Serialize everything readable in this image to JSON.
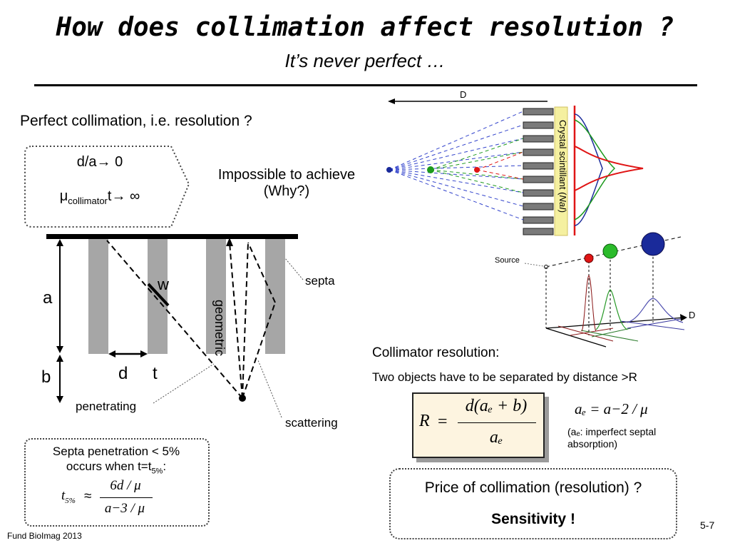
{
  "slide": {
    "title": "How does collimation affect resolution ?",
    "subtitle": "It’s never perfect …",
    "footer": "Fund BioImag 2013",
    "page_number": "5-7"
  },
  "perfect": {
    "heading": "Perfect collimation, i.e. resolution ?",
    "cond1": "d/a→ 0",
    "cond2_mu": "μ",
    "cond2_sub": "collimator",
    "cond2_tail": "t→ ∞",
    "impossible_line1": "Impossible to achieve",
    "impossible_line2": "(Why?)"
  },
  "collimator_diagram": {
    "label_a": "a",
    "label_b": "b",
    "label_d": "d",
    "label_t": "t",
    "label_w": "w",
    "label_geometric": "geometric",
    "label_septa": "septa",
    "label_penetrating": "penetrating",
    "label_scattering": "scattering"
  },
  "penetration": {
    "line1": "Septa penetration < 5%",
    "line2_pre": "occurs when t=t",
    "line2_sub": "5%",
    "line2_post": ":",
    "formula_lhs": "t",
    "formula_lhs_sub": "5%",
    "formula_approx": "≈",
    "formula_num": "6d / μ",
    "formula_den": "a−3 / μ"
  },
  "detector_diagram": {
    "label_D": "D",
    "crystal_label_pre": "Crystal scintillant  (",
    "crystal_label_em": "NaI",
    "crystal_label_post": ")",
    "label_source": "Source",
    "label_D2": "D",
    "colors": {
      "blue": "#1a2a9a",
      "green": "#1d9a1d",
      "red": "#e01515"
    }
  },
  "resolution": {
    "heading": "Collimator resolution:",
    "note": "Two objects have to be separated by distance >R",
    "eq_R": "R",
    "eq_eq": "=",
    "eq_num": "d(aₑ + b)",
    "eq_den": "aₑ",
    "ae_formula": "aₑ = a−2 / μ",
    "ae_note_line1": "(aₑ: imperfect septal",
    "ae_note_line2": "absorption)"
  },
  "price": {
    "line1": "Price of collimation (resolution) ?",
    "line2": "Sensitivity !"
  }
}
